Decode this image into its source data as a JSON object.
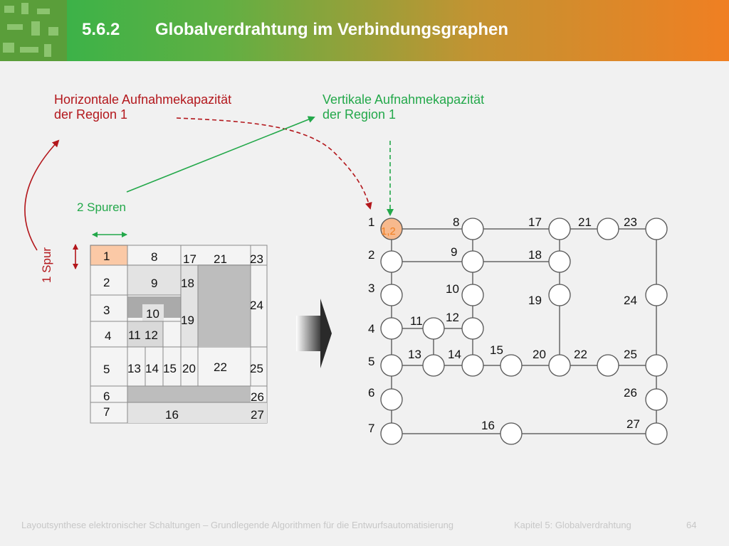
{
  "header": {
    "number": "5.6.2",
    "title": "Globalverdrahtung im Verbindungsgraphen",
    "accent_start": "#2db34a",
    "accent_end": "#f07f22"
  },
  "annotations": {
    "horizontal_line1": "Horizontale Aufnahmekapazität",
    "horizontal_line2": "der Region 1",
    "vertical_line1": "Vertikale Aufnahmekapazität",
    "vertical_line2": "der Region 1",
    "tracks_label": "2 Spuren",
    "track_label": "1 Spur"
  },
  "grid_regions": {
    "labels": [
      "1",
      "2",
      "3",
      "4",
      "5",
      "6",
      "7",
      "8",
      "9",
      "10",
      "11",
      "12",
      "13",
      "14",
      "15",
      "16",
      "17",
      "18",
      "19",
      "20",
      "21",
      "22",
      "23",
      "24",
      "25",
      "26",
      "27"
    ],
    "highlight_color": "#fbc9a6"
  },
  "graph": {
    "capacity_label": "1,2",
    "capacity_label_color": "#f07f22",
    "node_labels": [
      "1",
      "2",
      "3",
      "4",
      "5",
      "6",
      "7",
      "8",
      "9",
      "10",
      "11",
      "12",
      "13",
      "14",
      "15",
      "16",
      "17",
      "18",
      "19",
      "20",
      "21",
      "22",
      "23",
      "24",
      "25",
      "26",
      "27"
    ]
  },
  "footer": {
    "course": "Layoutsynthese elektronischer Schaltungen – Grundlegende Algorithmen für die Entwurfsautomatisierung",
    "chapter": "Kapitel 5: Globalverdrahtung",
    "page": "64"
  }
}
